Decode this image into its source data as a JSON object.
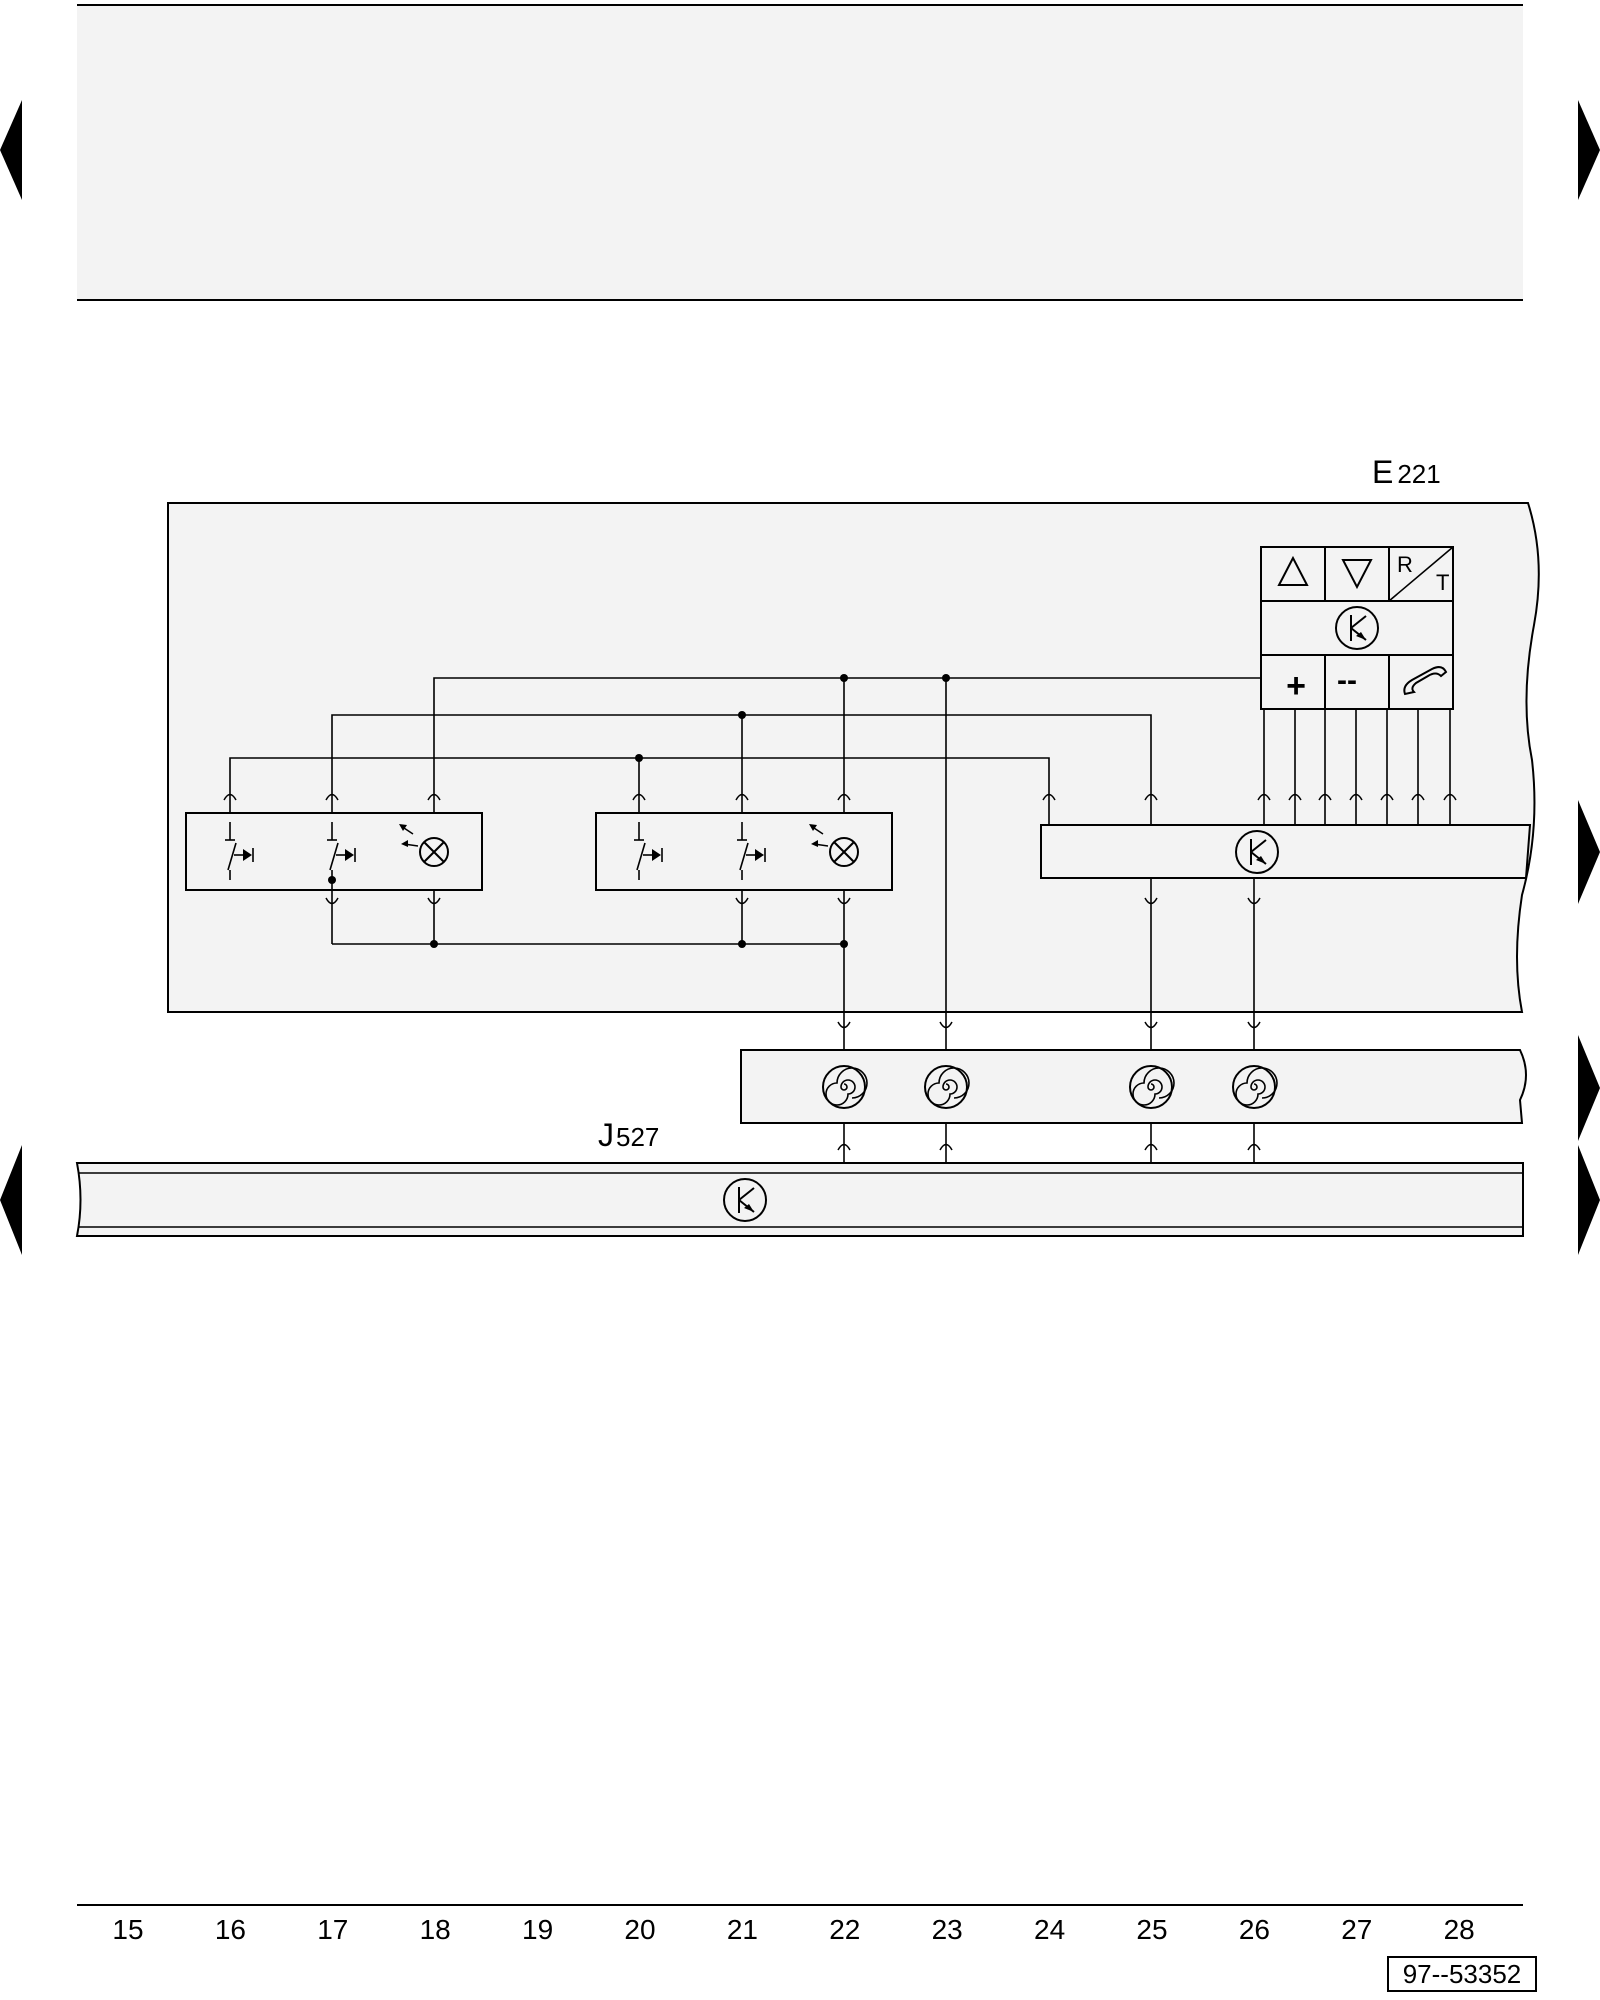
{
  "components": {
    "e221": {
      "label_letter": "E",
      "label_number": "221"
    },
    "j527": {
      "label_letter": "J",
      "label_number": "527"
    }
  },
  "multifunction_buttons": {
    "button_r": "R",
    "button_t": "T",
    "button_plus": "+",
    "button_minus": "--"
  },
  "track_numbers": [
    "15",
    "16",
    "17",
    "18",
    "19",
    "20",
    "21",
    "22",
    "23",
    "24",
    "25",
    "26",
    "27",
    "28"
  ],
  "figure_id": "97--53352",
  "icons": {
    "navigation": "triangle-arrow-icon",
    "control_unit": "control-unit-icon",
    "clock_spring": "spiral-icon",
    "switch": "switch-icon",
    "bulb": "bulb-icon",
    "phone": "phone-handset-icon",
    "up": "triangle-up-icon",
    "down": "triangle-down-icon"
  }
}
